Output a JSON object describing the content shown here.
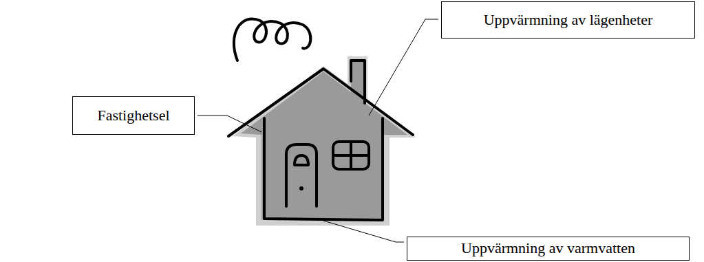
{
  "diagram": {
    "nodes": [
      {
        "text": [
          "Fastighetsel"
        ]
      },
      {
        "text": [
          "Uppvärmning av lägenheter"
        ]
      },
      {
        "text": [
          "Uppvärmning av varmvatten"
        ]
      }
    ]
  }
}
